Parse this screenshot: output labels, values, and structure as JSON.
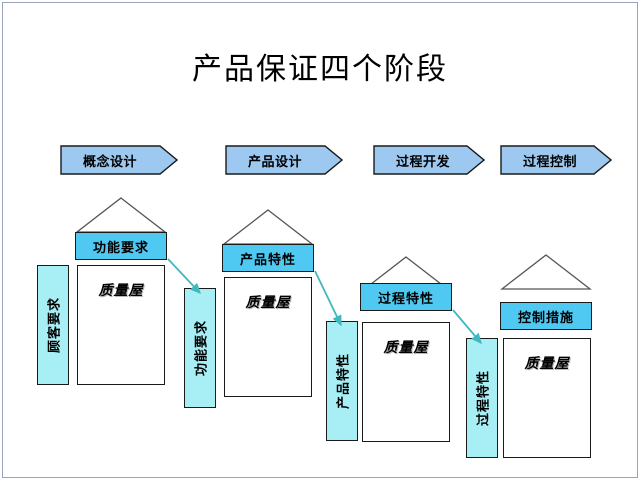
{
  "slide": {
    "title": "产品保证四个阶段",
    "background_color": "#ffffff",
    "border_color": "#9aa3c0"
  },
  "colors": {
    "arrow_banner_fill": "#9DC9F0",
    "header_box_fill": "#4FC9F2",
    "side_box_fill": "#A7EFF5",
    "body_box_fill": "#ffffff",
    "outline": "#1a1a1a",
    "connector": "#3FB8BF",
    "roof_outline": "#555555"
  },
  "phases": [
    {
      "label": "概念设计"
    },
    {
      "label": "产品设计"
    },
    {
      "label": "过程开发"
    },
    {
      "label": "过程控制"
    }
  ],
  "houses": [
    {
      "header": "功能要求",
      "side": "顾客要求",
      "body": "质量屋"
    },
    {
      "header": "产品特性",
      "side": "功能要求",
      "body": "质量屋"
    },
    {
      "header": "过程特性",
      "side": "产品特性",
      "body": "质量屋"
    },
    {
      "header": "控制措施",
      "side": "过程特性",
      "body": "质量屋"
    }
  ]
}
